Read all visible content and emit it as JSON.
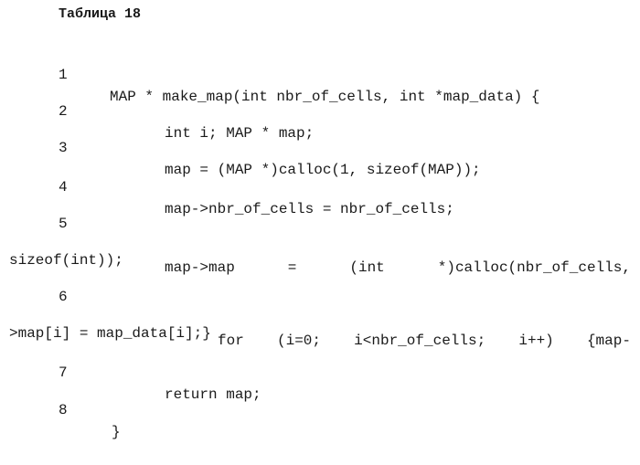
{
  "document": {
    "title": "Таблица 18",
    "lines": [
      {
        "num": "1",
        "text": "MAP * make_map(int nbr_of_cells, int *map_data) {"
      },
      {
        "num": "2",
        "text": "int i; MAP * map;"
      },
      {
        "num": "3",
        "text": "map = (MAP *)calloc(1, sizeof(MAP));"
      },
      {
        "num": "4",
        "text": "map->nbr_of_cells = nbr_of_cells;"
      },
      {
        "num": "5",
        "parts": [
          "map->map",
          "=",
          "(int",
          "*)calloc(nbr_of_cells,"
        ],
        "cont": "sizeof(int));"
      },
      {
        "num": "6",
        "parts": [
          "for",
          "(i=0;",
          "i<nbr_of_cells;",
          "i++)",
          "{map-"
        ],
        "cont": ">map[i] = map_data[i];}"
      },
      {
        "num": "7",
        "text": "return map;"
      },
      {
        "num": "8",
        "text": "}"
      }
    ]
  }
}
